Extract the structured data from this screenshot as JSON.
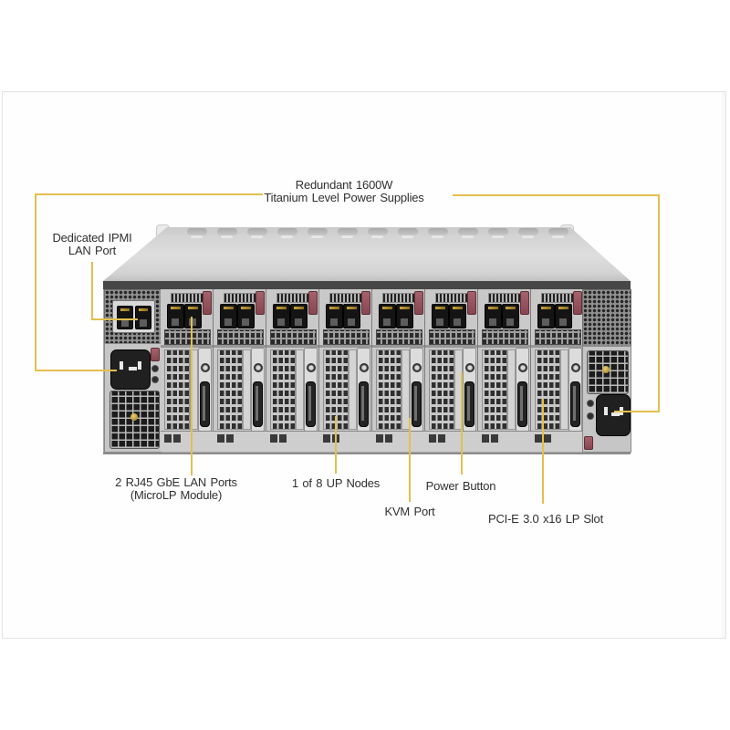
{
  "figure": {
    "type": "annotated-hardware-rear-view",
    "node_count": 8,
    "top_vent_count": 13,
    "colors": {
      "callout_line": "#e3bf4e",
      "label_text": "#303030"
    },
    "callouts": {
      "power_supplies": {
        "text": "Redundant 1600W\nTitanium Level Power Supplies"
      },
      "ipmi": {
        "text": "Dedicated IPMI\nLAN Port"
      },
      "lan_ports": {
        "text": "2 RJ45 GbE LAN Ports\n(MicroLP Module)"
      },
      "nodes": {
        "text": "1 of 8 UP Nodes"
      },
      "power_button": {
        "text": "Power Button"
      },
      "kvm": {
        "text": "KVM Port"
      },
      "pcie": {
        "text": "PCI-E 3.0 x16 LP Slot"
      }
    }
  }
}
